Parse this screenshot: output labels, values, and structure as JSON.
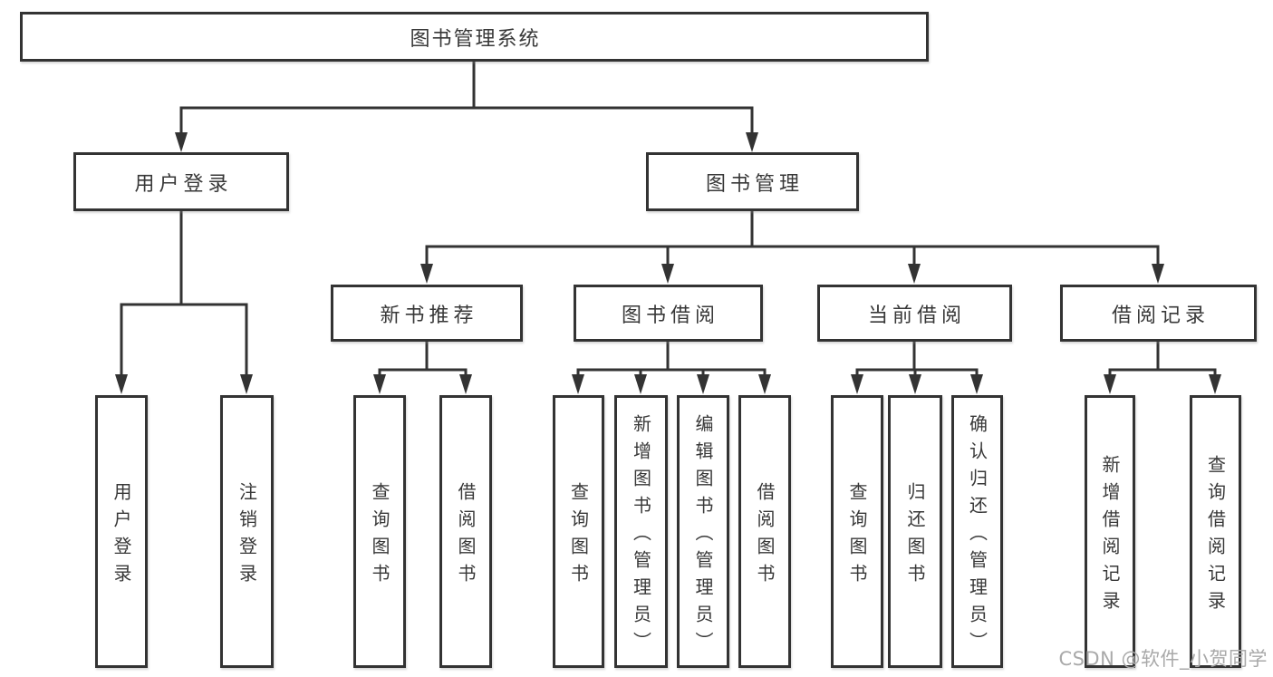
{
  "diagram": {
    "root": {
      "label": "图书管理系统"
    },
    "level2": [
      {
        "label": "用户登录"
      },
      {
        "label": "图书管理"
      }
    ],
    "level3": [
      {
        "label": "新书推荐",
        "parent": "图书管理"
      },
      {
        "label": "图书借阅",
        "parent": "图书管理"
      },
      {
        "label": "当前借阅",
        "parent": "图书管理"
      },
      {
        "label": "借阅记录",
        "parent": "图书管理"
      }
    ],
    "level4": [
      {
        "label": "用户登录",
        "parent": "用户登录"
      },
      {
        "label": "注销登录",
        "parent": "用户登录"
      },
      {
        "label": "查询图书",
        "parent": "新书推荐"
      },
      {
        "label": "借阅图书",
        "parent": "新书推荐"
      },
      {
        "label": "查询图书",
        "parent": "图书借阅"
      },
      {
        "label": "新增图书（管理员）",
        "parent": "图书借阅"
      },
      {
        "label": "编辑图书（管理员）",
        "parent": "图书借阅"
      },
      {
        "label": "借阅图书",
        "parent": "图书借阅"
      },
      {
        "label": "查询图书",
        "parent": "当前借阅"
      },
      {
        "label": "归还图书",
        "parent": "当前借阅"
      },
      {
        "label": "确认归还（管理员）",
        "parent": "当前借阅"
      },
      {
        "label": "新增借阅记录",
        "parent": "借阅记录"
      },
      {
        "label": "查询借阅记录",
        "parent": "借阅记录"
      }
    ],
    "watermark": "CSDN @软件_小贺同学",
    "colors": {
      "line": "#333333",
      "text": "#383838",
      "box_background": "#ffffff",
      "watermark": "#a9a9a9",
      "page_background": "#ffffff"
    }
  }
}
